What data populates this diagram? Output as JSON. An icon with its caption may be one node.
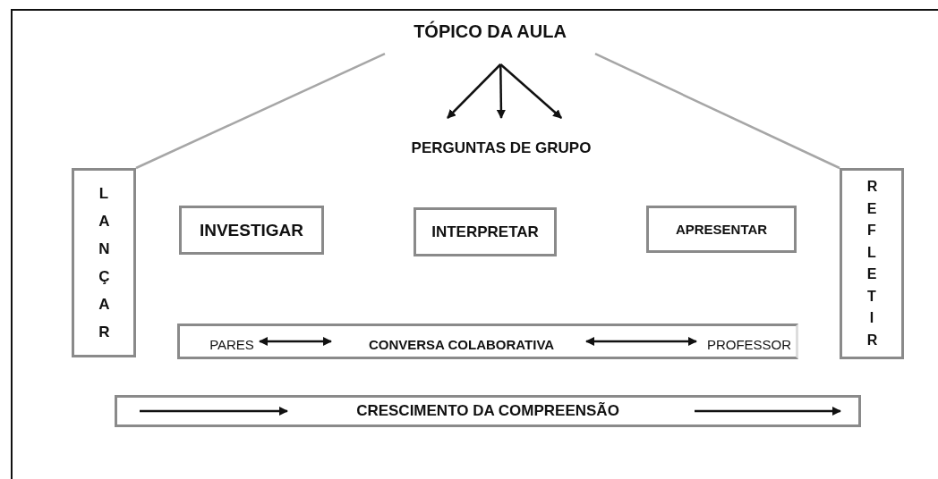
{
  "diagram": {
    "nodes": [
      {
        "text": [
          "TÓPICO DA AULA"
        ]
      },
      {
        "text": [
          "PERGUNTAS DE GRUPO"
        ]
      },
      {
        "text": [
          "LANÇAR"
        ]
      },
      {
        "text": [
          "INVESTIGAR"
        ]
      },
      {
        "text": [
          "INTERPRETAR"
        ]
      },
      {
        "text": [
          "APRESENTAR"
        ]
      },
      {
        "text": [
          "REFLETIR"
        ]
      },
      {
        "text": [],
        "shape": "bar"
      },
      {
        "text": [
          "PARES"
        ],
        "in": 7
      },
      {
        "text": [
          "CONVERSA COLABORATIVA"
        ],
        "in": 7
      },
      {
        "text": [
          "PROFESSOR"
        ],
        "in": 7
      },
      {
        "text": [
          "CRESCIMENTO DA COMPREENSÃO"
        ]
      }
    ],
    "edges": [
      {
        "from": 0,
        "to": 1,
        "arrow": "to"
      },
      {
        "from": 0,
        "to": 1,
        "arrow": "to"
      },
      {
        "from": 0,
        "to": 1,
        "arrow": "to"
      },
      {
        "from": 0,
        "to": 2,
        "arrow": "none",
        "color": "#a6a6a6"
      },
      {
        "from": 0,
        "to": 6,
        "arrow": "none",
        "color": "#a6a6a6"
      },
      {
        "from": 8,
        "to": 9,
        "arrow": "both"
      },
      {
        "from": 9,
        "to": 10,
        "arrow": "both"
      }
    ]
  }
}
